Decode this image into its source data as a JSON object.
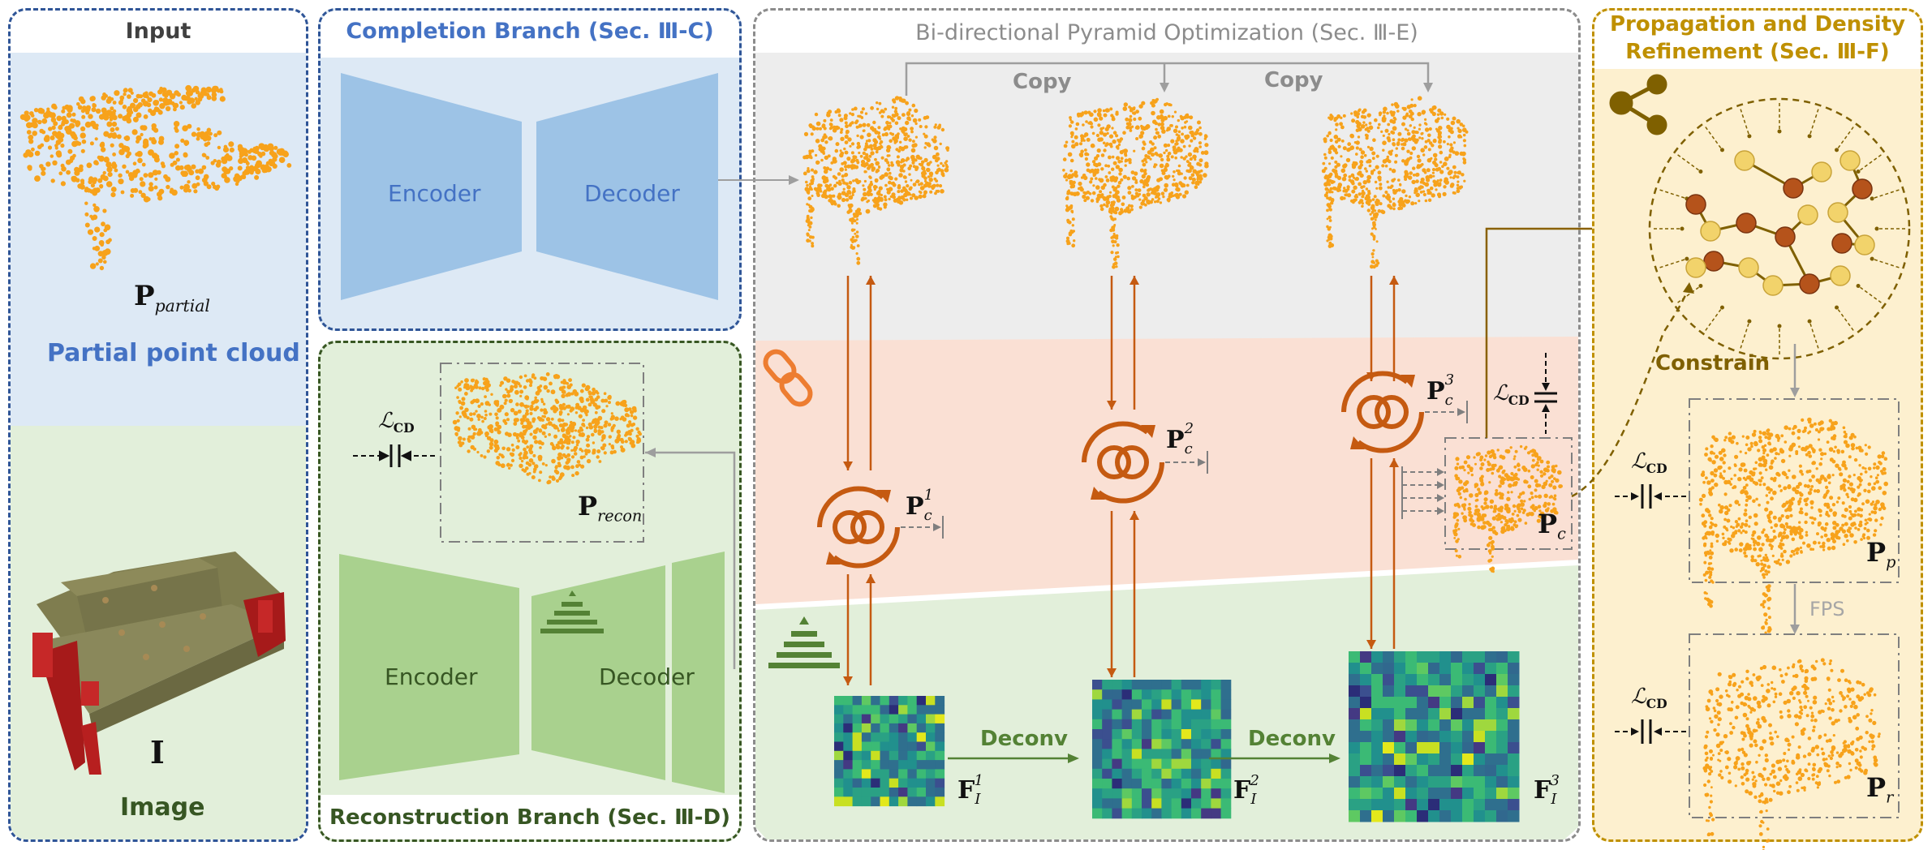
{
  "input_panel": {
    "title": "Input",
    "partial_symbol": "P",
    "partial_sub": "partial",
    "partial_label": "Partial point cloud",
    "image_symbol": "I",
    "image_label": "Image"
  },
  "completion_panel": {
    "title": "Completion Branch (Sec. Ⅲ-C)",
    "encoder": "Encoder",
    "decoder": "Decoder"
  },
  "reconstruction_panel": {
    "title": "Reconstruction Branch (Sec. Ⅲ-D)",
    "encoder": "Encoder",
    "decoder": "Decoder",
    "recon_symbol": "P",
    "recon_sub": "recon",
    "loss_symbol": "ℒ",
    "loss_sub": "CD"
  },
  "pyramid_panel": {
    "title": "Bi-directional Pyramid Optimization (Sec. Ⅲ-E)",
    "copy_labels": [
      "Copy",
      "Copy"
    ],
    "deconv_labels": [
      "Deconv",
      "Deconv"
    ],
    "pc_symbol": "P",
    "pc_sub": "c",
    "pc_levels": [
      "1",
      "2",
      "3"
    ],
    "f_symbol": "F",
    "f_sub": "I",
    "f_levels": [
      "1",
      "2",
      "3"
    ],
    "pc_final_symbol": "P",
    "pc_final_sub": "c",
    "loss_symbol": "ℒ",
    "loss_sub": "CD"
  },
  "refinement_panel": {
    "title_line1": "Propagation and Density",
    "title_line2": "Refinement (Sec. Ⅲ-F)",
    "constrain": "Constrain",
    "fps": "FPS",
    "pp_symbol": "P",
    "pp_sub": "p",
    "pr_symbol": "P",
    "pr_sub": "r",
    "loss_symbol": "ℒ",
    "loss_sub": "CD"
  },
  "colors": {
    "blue_border": "#2f5597",
    "blue_fill": "#dde9f5",
    "blue_block": "#9dc3e6",
    "blue_text": "#4472c4",
    "green_border": "#385723",
    "green_fill": "#e2efda",
    "green_block": "#a9d18e",
    "green_text": "#375623",
    "gray_border": "#8c8c8c",
    "gray_fill": "#ededed",
    "salmon_fill": "#fae0d4",
    "orange": "#c55a11",
    "gold_border": "#bf9000",
    "gold_fill": "#fdf0cf",
    "point_orange": "#f7a21b"
  }
}
